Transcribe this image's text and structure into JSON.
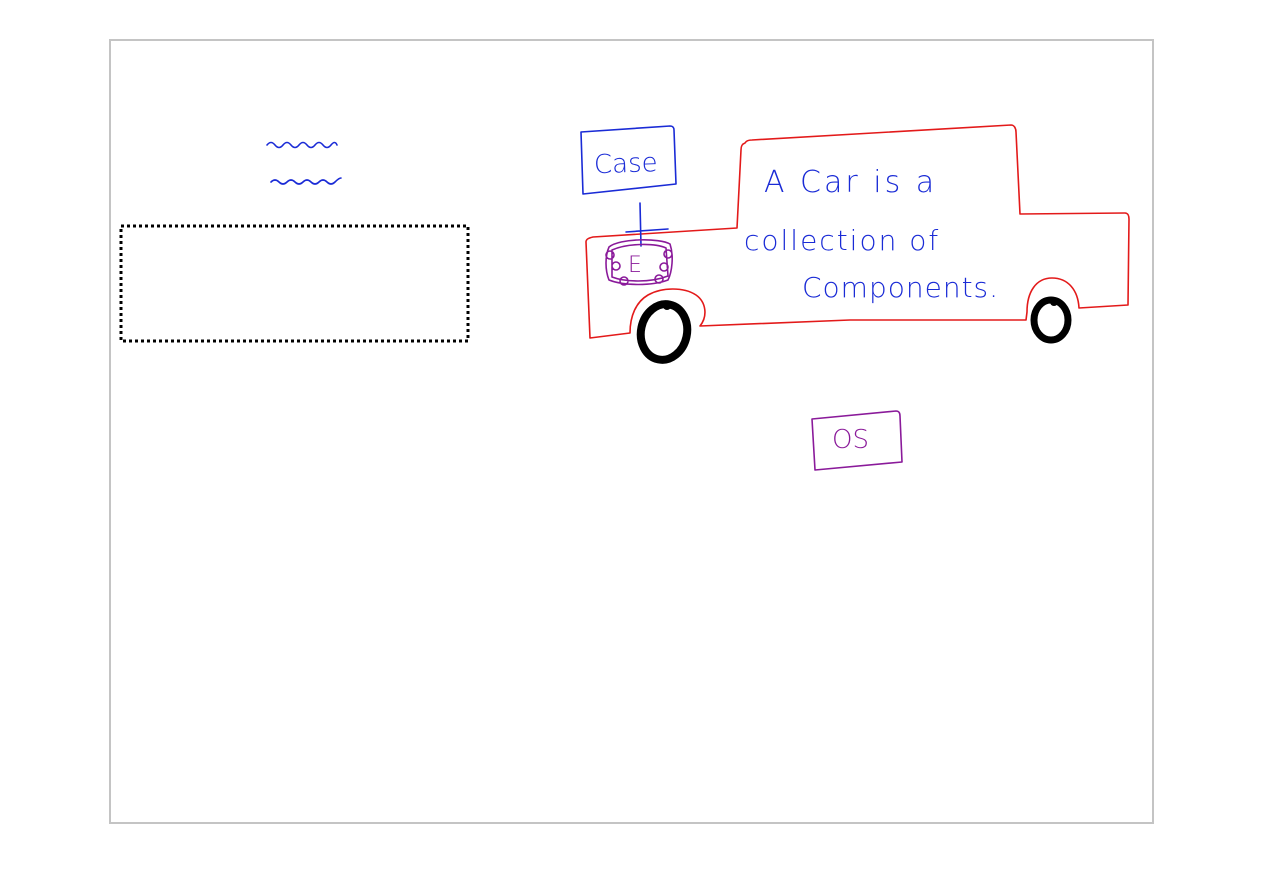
{
  "whiteboard": {
    "colors": {
      "border": "#c4c4c4",
      "ink_blue": "#1a2bd6",
      "ink_red": "#e31a1a",
      "ink_purple": "#8a1a9a",
      "ink_black": "#000000",
      "selection": "#000000"
    },
    "labels": {
      "case": "Case",
      "engine": "E",
      "os": "OS",
      "caption_line1": "A Car is a",
      "caption_line2": "collection of",
      "caption_line3": "Components."
    },
    "selection_box": {
      "style": "dotted"
    }
  }
}
